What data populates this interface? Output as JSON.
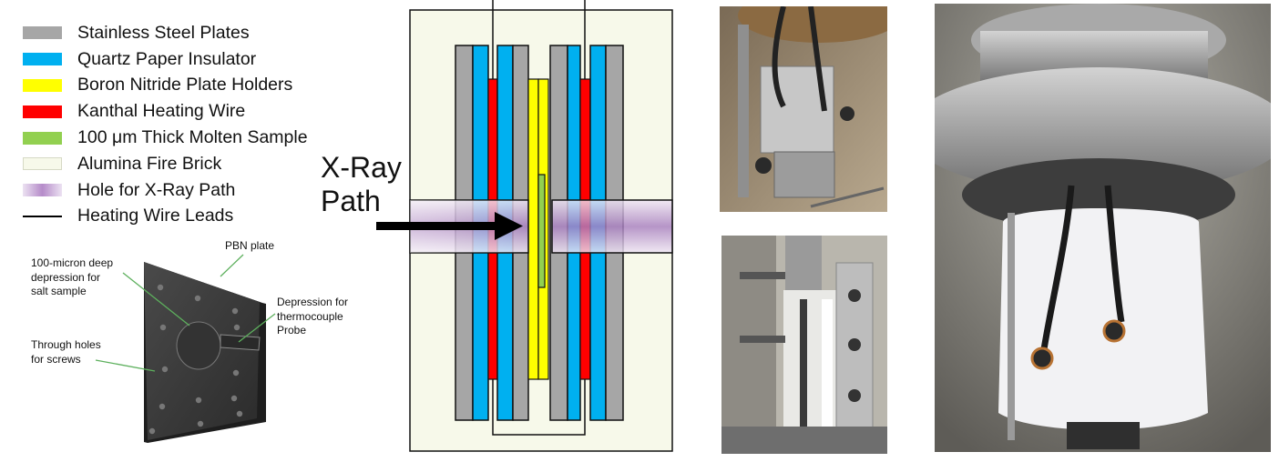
{
  "legend": {
    "items": [
      {
        "label": "Stainless Steel Plates",
        "color": "#a6a6a6",
        "style": "box"
      },
      {
        "label": "Quartz Paper Insulator",
        "color": "#00b0f0",
        "style": "box"
      },
      {
        "label": "Boron Nitride Plate Holders",
        "color": "#ffff00",
        "style": "box"
      },
      {
        "label": "Kanthal Heating Wire",
        "color": "#ff0000",
        "style": "box"
      },
      {
        "label": "100 μm Thick Molten Sample",
        "color": "#92d050",
        "style": "box"
      },
      {
        "label": "Alumina Fire Brick",
        "color": "#f7f9ea",
        "style": "box"
      },
      {
        "label": "Hole for X-Ray Path",
        "color": "#b58bc9",
        "style": "gradient"
      },
      {
        "label": "Heating Wire Leads",
        "color": "#000000",
        "style": "line"
      }
    ]
  },
  "plate_diagram": {
    "callouts": {
      "depression": "100-micron deep\ndepression for\nsalt sample",
      "pbn": "PBN plate",
      "thermocouple": "Depression for\nthermocouple\nProbe",
      "holes": "Through holes\nfor screws"
    }
  },
  "furnace": {
    "xray_label": "X-Ray\nPath"
  },
  "colors": {
    "steel": "#a6a6a6",
    "quartz": "#00b0f0",
    "bn": "#ffff00",
    "kanthal": "#ff0000",
    "sample": "#92d050",
    "brick": "#f7f9ea",
    "xray": "#b58bc9"
  }
}
